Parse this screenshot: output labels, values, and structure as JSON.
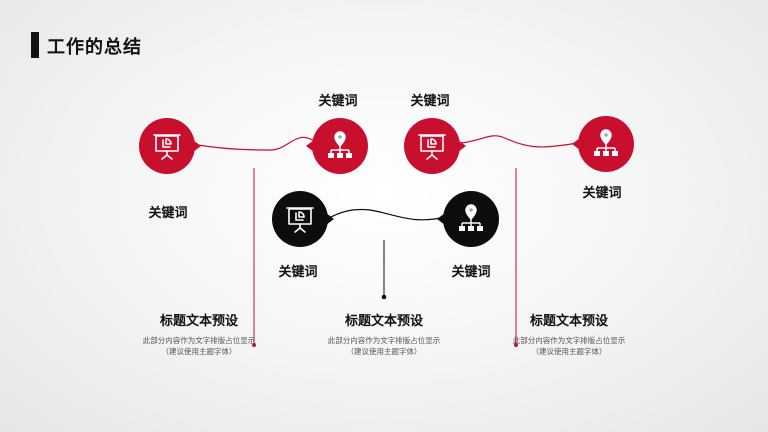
{
  "page": {
    "title": "工作的总结"
  },
  "keywords": [
    "关键词",
    "关键词",
    "关键词",
    "关键词",
    "关键词",
    "关键词"
  ],
  "blocks": [
    {
      "heading": "标题文本预设",
      "line1": "此部分内容作为文字排版占位显示",
      "line2": "（建议使用主题字体）"
    },
    {
      "heading": "标题文本预设",
      "line1": "此部分内容作为文字排版占位显示",
      "line2": "（建议使用主题字体）"
    },
    {
      "heading": "标题文本预设",
      "line1": "此部分内容作为文字排版占位显示",
      "line2": "（建议使用主题字体）"
    }
  ],
  "icons": [
    "presentation-icon",
    "hierarchy-icon"
  ],
  "colors": {
    "accent": "#c8102e",
    "dark": "#0d0d0d",
    "line": "#c8102e"
  }
}
